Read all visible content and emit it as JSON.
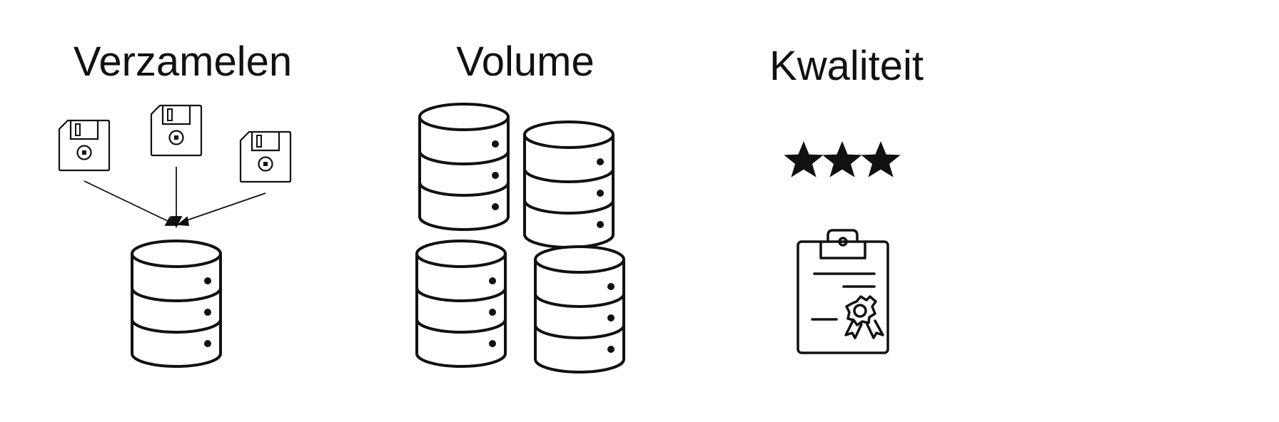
{
  "sections": [
    {
      "title": "Verzamelen"
    },
    {
      "title": "Volume"
    },
    {
      "title": "Kwaliteit"
    }
  ],
  "colors": {
    "ink": "#111111",
    "background": "#ffffff"
  },
  "icons": {
    "verzamelen": [
      "floppy-disk-icon",
      "floppy-disk-icon",
      "floppy-disk-icon",
      "arrow-icon",
      "database-icon"
    ],
    "volume": [
      "database-icon",
      "database-icon",
      "database-icon",
      "database-icon"
    ],
    "kwaliteit": [
      "star-icon",
      "star-icon",
      "star-icon",
      "certificate-clipboard-icon"
    ]
  },
  "quality_rating": {
    "stars": 3
  }
}
